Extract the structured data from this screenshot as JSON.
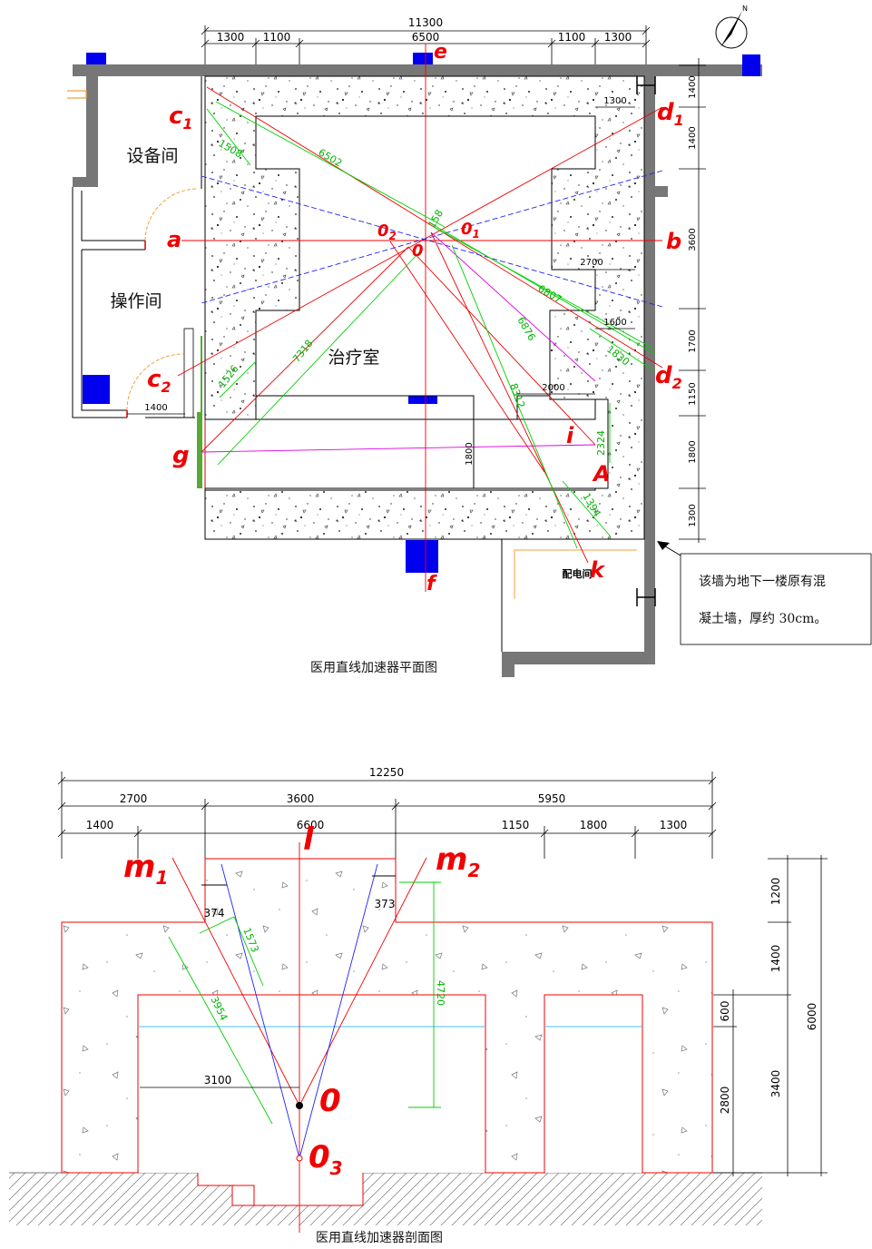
{
  "plan": {
    "caption": "医用直线加速器平面图",
    "total_width": "11300",
    "top_dims": [
      "1300",
      "1100",
      "6500",
      "1100",
      "1300"
    ],
    "right_dims": [
      "1400",
      "1400",
      "3600",
      "1700",
      "1150",
      "1800",
      "1300"
    ],
    "rooms": {
      "equipment": "设备间",
      "operation": "操作间",
      "treatment": "治疗室",
      "distribution": "配电间"
    },
    "inner_dims": {
      "d1300": "1300",
      "d2700": "2700",
      "d1600": "1600",
      "d2000": "2000",
      "d1800": "1800",
      "d1400": "1400"
    },
    "green_dims": {
      "g1508": "1508",
      "g6502": "6502",
      "g6807": "6807",
      "g6876": "6876",
      "g1830": "1830",
      "g8312": "8312",
      "g1394": "1394",
      "g2324": "2324",
      "g1526": "1526",
      "g7318": "7318",
      "g158": "158"
    },
    "points": {
      "c1_main": "c",
      "c1_sub": "1",
      "d1_main": "d",
      "d1_sub": "1",
      "c2_main": "c",
      "c2_sub": "2",
      "d2_main": "d",
      "d2_sub": "2",
      "o2_main": "0",
      "o2_sub": "2",
      "o1_main": "0",
      "o1_sub": "1",
      "a": "a",
      "b": "b",
      "e": "e",
      "f": "f",
      "g": "g",
      "i": "i",
      "k": "k",
      "A": "A",
      "o": "0"
    },
    "note": [
      "该墙为地下一楼原有混",
      "凝土墙，厚约 30cm。"
    ]
  },
  "section": {
    "caption": "医用直线加速器剖面图",
    "total_width": "12250",
    "mid_dims": [
      "2700",
      "3600",
      "5950"
    ],
    "bottom_dims": [
      "1400",
      "6600",
      "1150",
      "1800",
      "1300"
    ],
    "right_dims_outer": "6000",
    "right_dims_a": [
      "1200",
      "1400",
      "3400"
    ],
    "right_dims_b": [
      "600",
      "2800"
    ],
    "inner_dims": {
      "d374": "374",
      "d373": "373",
      "d1573": "1573",
      "d3954": "3954",
      "d3100": "3100",
      "d4720": "4720"
    },
    "points": {
      "l": "l",
      "m1_main": "m",
      "m1_sub": "1",
      "m2_main": "m",
      "m2_sub": "2",
      "o": "0",
      "o3_main": "0",
      "o3_sub": "3"
    }
  },
  "colors": {
    "red": "#f00000",
    "green": "#00d000",
    "blue": "#2020ff",
    "magenta": "#e000e0",
    "wall": "#777777",
    "column": "#0000ee",
    "orange": "#f0a040"
  }
}
